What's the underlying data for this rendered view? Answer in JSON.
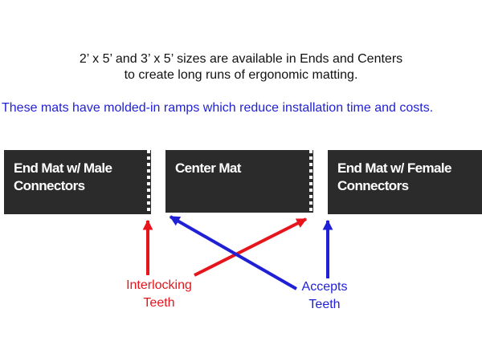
{
  "intro": {
    "line1": "2’ x 5’ and 3’ x 5’ sizes are available in Ends and Centers",
    "line2": "to create long runs of ergonomic matting."
  },
  "ramps_note": "These mats have molded-in ramps which reduce installation time and costs.",
  "mats": [
    {
      "id": "end-male",
      "line1": "End Mat w/ Male",
      "line2": "Connectors"
    },
    {
      "id": "center",
      "line1": "Center Mat"
    },
    {
      "id": "end-female",
      "line1": "End Mat w/ Female",
      "line2": "Connectors"
    }
  ],
  "callouts": {
    "interlocking": {
      "line1": "Interlocking",
      "line2": "Teeth",
      "color": "#e8141b"
    },
    "accepts": {
      "line1": "Accepts",
      "line2": "Teeth",
      "color": "#1f1fd6"
    }
  },
  "colors": {
    "mat_fill": "#2b2b2b",
    "ramps_text": "#1f1fd6"
  }
}
